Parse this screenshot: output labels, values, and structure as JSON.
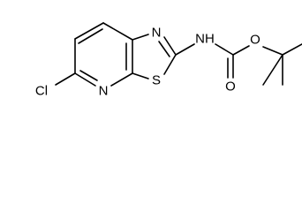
{
  "molecule": {
    "atoms": {
      "cl": "Cl",
      "n_pyridine": "N",
      "n_thiazole": "N",
      "s": "S",
      "nh": "NH",
      "o_carbonyl": "O",
      "o_ester": "O"
    }
  }
}
